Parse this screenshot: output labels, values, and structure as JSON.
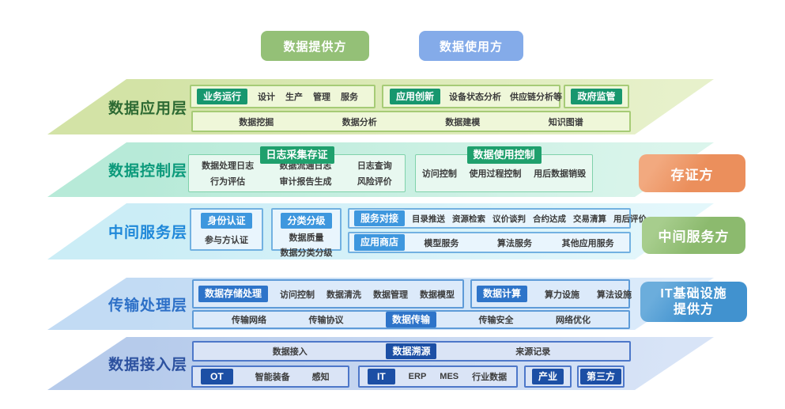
{
  "legend": {
    "provider": "数据提供方",
    "consumer": "数据使用方"
  },
  "layers": [
    {
      "title": "数据应用层",
      "row1": [
        {
          "badge": "业务运行",
          "items": [
            "设计",
            "生产",
            "管理",
            "服务"
          ]
        },
        {
          "badge": "应用创新",
          "items": [
            "设备状态分析",
            "供应链分析等"
          ]
        },
        {
          "badge": "政府监管",
          "items": []
        }
      ],
      "row2": {
        "items": [
          "数据挖掘",
          "数据分析",
          "数据建模",
          "知识图谱"
        ]
      }
    },
    {
      "title": "数据控制层",
      "log_box": {
        "badge": "日志采集存证",
        "cols": [
          [
            "数据处理日志",
            "行为评估"
          ],
          [
            "数据流通日志",
            "审计报告生成"
          ],
          [
            "日志查询",
            "风险评价"
          ]
        ]
      },
      "usage_box": {
        "badge": "数据使用控制",
        "items": [
          "访问控制",
          "使用过程控制",
          "用后数据销毁"
        ]
      }
    },
    {
      "title": "中间服务层",
      "identity": {
        "badge": "身份认证",
        "item": "参与方认证"
      },
      "classify": {
        "badge": "分类分级",
        "items": [
          "数据质量",
          "数据分类分级"
        ]
      },
      "service": {
        "badge": "服务对接",
        "items": [
          "目录推送",
          "资源检索",
          "议价谈判",
          "合约达成",
          "交易清算",
          "用后评价"
        ]
      },
      "store": {
        "badge": "应用商店",
        "items": [
          "模型服务",
          "算法服务",
          "其他应用服务"
        ]
      }
    },
    {
      "title": "传输处理层",
      "storage": {
        "badge": "数据存储处理",
        "items": [
          "访问控制",
          "数据清洗",
          "数据管理",
          "数据模型"
        ]
      },
      "compute": {
        "badge": "数据计算",
        "items": [
          "算力设施",
          "算法设施"
        ]
      },
      "transfer": {
        "pre": [
          "传输网络",
          "传输协议"
        ],
        "badge": "数据传输",
        "post": [
          "传输安全",
          "网络优化"
        ]
      }
    },
    {
      "title": "数据接入层",
      "trace": {
        "pre": [
          "数据接入"
        ],
        "badge": "数据溯源",
        "post": [
          "来源记录"
        ]
      },
      "ot": {
        "badge": "OT",
        "items": [
          "智能装备",
          "感知"
        ]
      },
      "it": {
        "badge": "IT",
        "items": [
          "ERP",
          "MES",
          "行业数据"
        ]
      },
      "industry": {
        "badge": "产业"
      },
      "third": {
        "badge": "第三方"
      }
    }
  ],
  "roles": {
    "evidence": "存证方",
    "intermediary": "中间服务方",
    "it_infra_line1": "IT基础设施",
    "it_infra_line2": "提供方"
  },
  "colors": {
    "provider_green": "#94c077",
    "consumer_blue": "#84abe9",
    "layer1_green": "#d3e3a6",
    "layer2_teal": "#b7ead8",
    "layer3_cyan": "#cbedf6",
    "layer4_blue": "#c2dbf4",
    "layer5_periwinkle": "#b6cbeb",
    "badge_green": "#17976e",
    "badge_blue": "#2e74c9",
    "badge_navy": "#1c4fa5",
    "role_orange": "#eb8f5c",
    "role_green": "#8cba6e",
    "role_blue": "#4192cf"
  }
}
